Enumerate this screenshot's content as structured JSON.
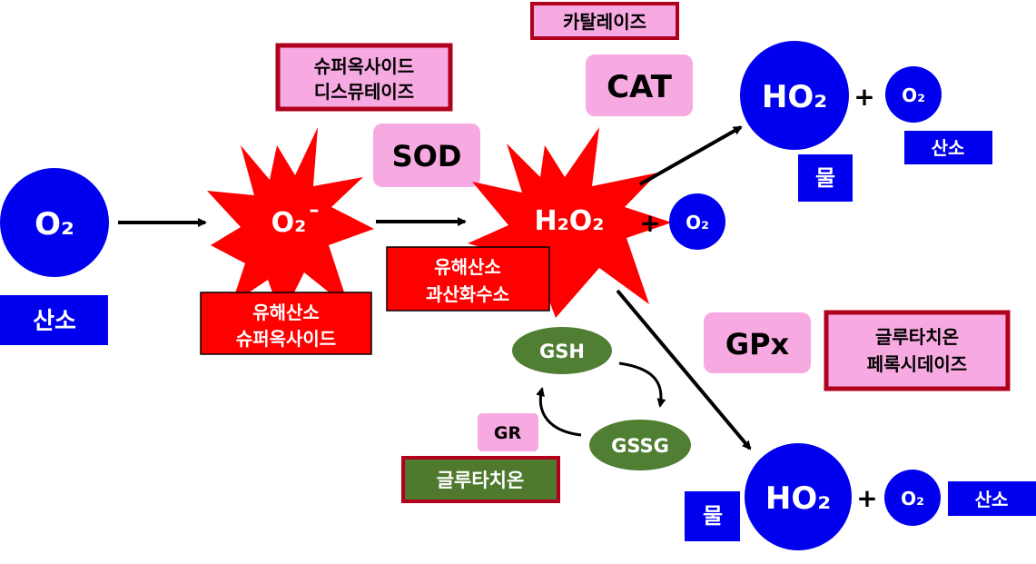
{
  "o2_left": {
    "formula": "O₂",
    "label": "산소"
  },
  "superoxide": {
    "formula": "O₂",
    "charge": "–",
    "label_line1": "유해산소",
    "label_line2": "슈퍼옥사이드"
  },
  "sod": {
    "abbr": "SOD",
    "name_line1": "슈퍼옥사이드",
    "name_line2": "디스뮤테이즈"
  },
  "h2o2": {
    "formula": "H₂O₂",
    "plus": "+",
    "byproduct": "O₂",
    "label_line1": "유해산소",
    "label_line2": "과산화수소"
  },
  "cat": {
    "abbr": "CAT",
    "name": "카탈레이즈"
  },
  "top_products": {
    "product": "HO₂",
    "plus": "+",
    "o2": "O₂",
    "o2_label": "산소",
    "water_label": "물"
  },
  "gpx": {
    "abbr": "GPx",
    "name_line1": "글루타치온",
    "name_line2": "페록시데이즈"
  },
  "cycle": {
    "gsh": "GSH",
    "gssg": "GSSG",
    "gr": "GR",
    "label": "글루타치온"
  },
  "bottom_products": {
    "product": "HO₂",
    "plus": "+",
    "o2": "O₂",
    "o2_label": "산소",
    "water_label": "물"
  },
  "colors": {
    "blue": "#0000ee",
    "red": "#ff0000",
    "pink": "#f7a9e1",
    "dark_red_border": "#b0001e",
    "green": "#507e32",
    "label_green": "#4f7a2e"
  }
}
